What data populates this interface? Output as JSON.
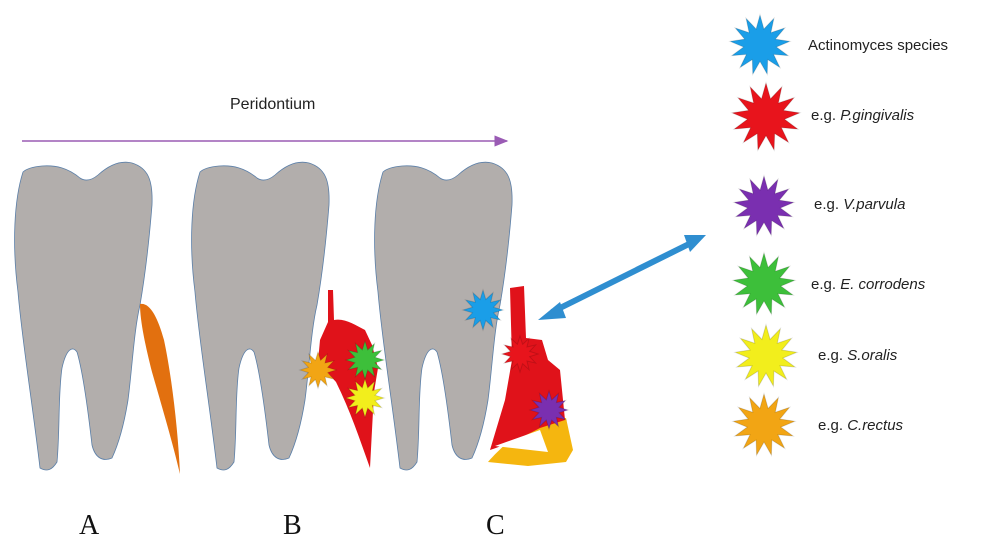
{
  "title": "Peridontium",
  "stages": [
    "A",
    "B",
    "C"
  ],
  "legend": [
    {
      "prefix": "",
      "name": "Actinomyces species",
      "color": "#1a9ee8",
      "icon": "star-burst-icon"
    },
    {
      "prefix": "e.g. ",
      "name": "P.gingivalis",
      "color": "#e8141c",
      "icon": "star-burst-icon"
    },
    {
      "prefix": "e.g. ",
      "name": "V.parvula",
      "color": "#7a2fb0",
      "icon": "star-burst-icon"
    },
    {
      "prefix": "e.g. ",
      "name": "E. corrodens",
      "color": "#3dbf3a",
      "icon": "star-burst-icon"
    },
    {
      "prefix": "e.g. ",
      "name": "S.oralis",
      "color": "#f2ee1c",
      "icon": "star-burst-icon"
    },
    {
      "prefix": "e.g. ",
      "name": "C.rectus",
      "color": "#f2a514",
      "icon": "star-burst-icon"
    }
  ],
  "colors": {
    "tooth": "#b2aeac",
    "arrow": "#9a5bb4",
    "double_arrow": "#2f8ed0",
    "early_plaque": "#e2700f",
    "red_plaque": "#e0121a",
    "calculus": "#f5b60f"
  }
}
